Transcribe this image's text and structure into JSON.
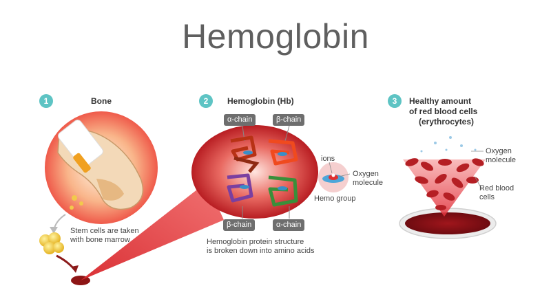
{
  "title": "Hemoglobin",
  "steps": [
    {
      "number": "1",
      "heading": "Bone"
    },
    {
      "number": "2",
      "heading": "Hemoglobin (Hb)"
    },
    {
      "number": "3",
      "heading_lines": [
        "Healthy amount",
        "of red blood cells",
        "(erythrocytes)"
      ]
    }
  ],
  "bone": {
    "caption_lines": [
      "Stem cells are taken",
      "with bone marrow"
    ]
  },
  "hemoglobin": {
    "chains": {
      "top_left": "α-chain",
      "top_right": "β-chain",
      "bottom_left": "β-chain",
      "bottom_right": "α-chain"
    },
    "labels": {
      "ions": "ions",
      "oxygen": [
        "Oxygen",
        "molecule"
      ],
      "hemo_group": "Hemo group"
    },
    "caption_lines": [
      "Hemoglobin protein structure",
      "is broken down into amino acids"
    ]
  },
  "blood": {
    "oxygen": [
      "Oxygen",
      "molecule"
    ],
    "red_cells": [
      "Red blood",
      "cells"
    ]
  },
  "colors": {
    "accent_teal": "#5ec4c4",
    "blood_red": "#b51f24",
    "alpha_chain": "#c8441d",
    "beta_chain": "#7a3fa0",
    "green_chain": "#3a8f3a"
  }
}
